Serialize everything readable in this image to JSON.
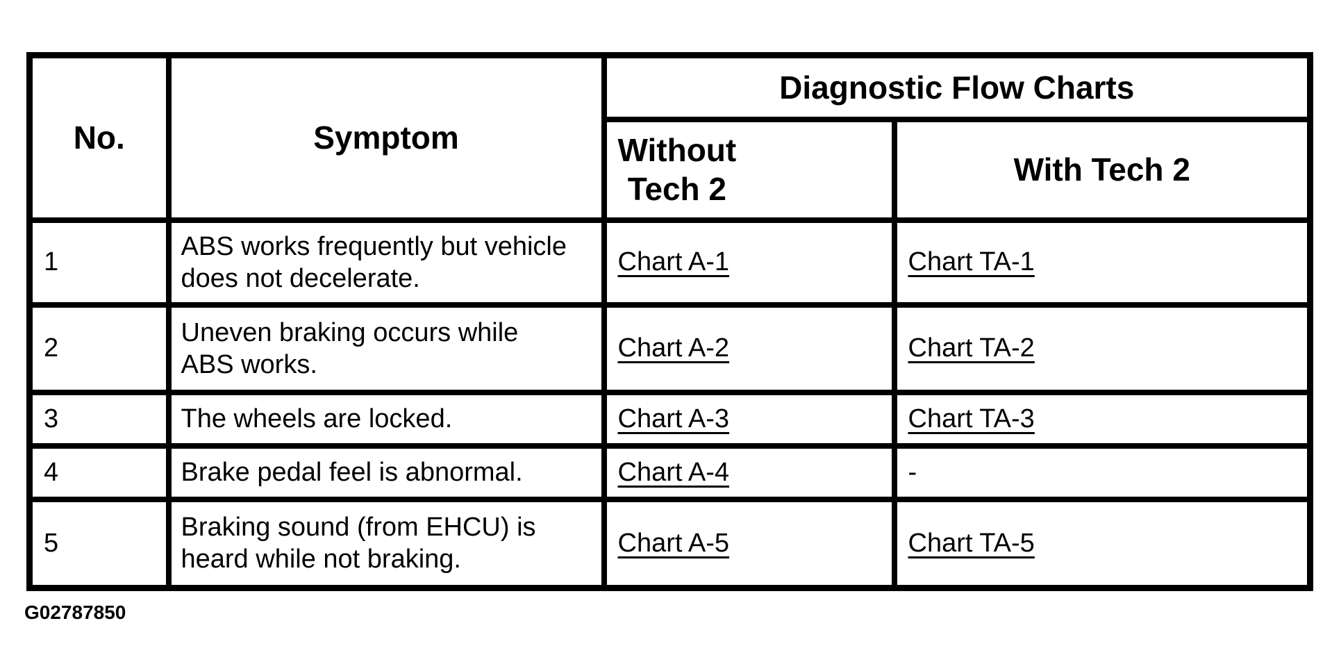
{
  "colors": {
    "border": "#000000",
    "text": "#000000",
    "background": "#ffffff"
  },
  "figure_id": "G02787850",
  "table": {
    "headers": {
      "no": "No.",
      "symptom": "Symptom",
      "diagnostic_flow_charts": "Diagnostic Flow Charts",
      "without_tech2_line1": "Without",
      "without_tech2_line2": "Tech 2",
      "with_tech2": "With Tech 2"
    },
    "rows": [
      {
        "no": "1",
        "symptom": "ABS works frequently but vehicle does not decelerate.",
        "without_tech2": "Chart A-1",
        "with_tech2": "Chart TA-1"
      },
      {
        "no": "2",
        "symptom": "Uneven braking occurs while ABS works.",
        "without_tech2": "Chart A-2",
        "with_tech2": "Chart TA-2"
      },
      {
        "no": "3",
        "symptom": "The wheels are locked.",
        "without_tech2": "Chart A-3",
        "with_tech2": "Chart TA-3"
      },
      {
        "no": "4",
        "symptom": "Brake pedal feel is abnormal.",
        "without_tech2": "Chart A-4",
        "with_tech2": "-"
      },
      {
        "no": "5",
        "symptom": "Braking sound (from EHCU) is heard while not braking.",
        "without_tech2": "Chart A-5",
        "with_tech2": "Chart TA-5"
      }
    ]
  }
}
